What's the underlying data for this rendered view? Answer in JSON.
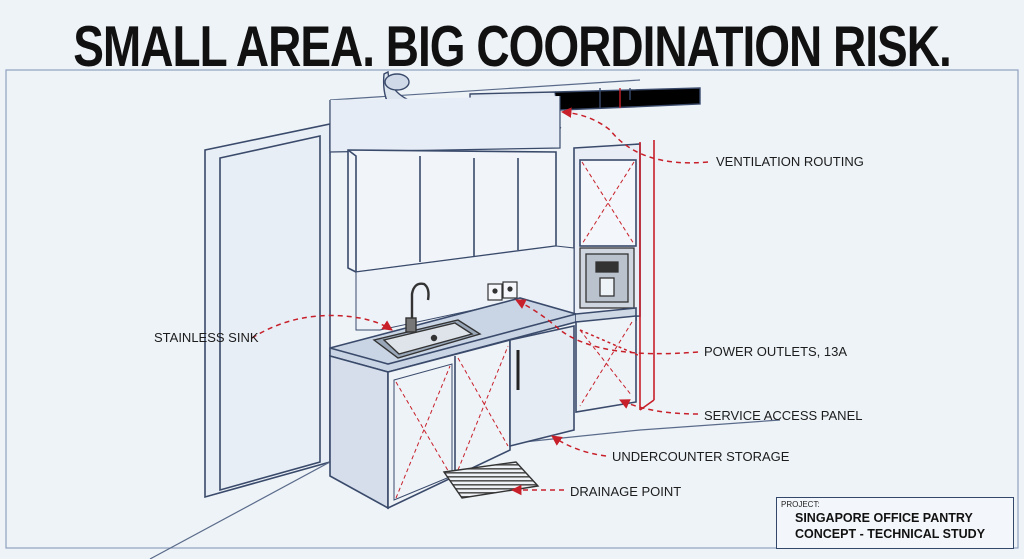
{
  "headline": "SMALL AREA. BIG COORDINATION RISK.",
  "callouts": {
    "ventilation": "VENTILATION ROUTING",
    "sink": "STAINLESS SINK",
    "power": "POWER OUTLETS, 13A",
    "service": "SERVICE ACCESS PANEL",
    "storage": "UNDERCOUNTER  STORAGE",
    "drainage": "DRAINAGE POINT"
  },
  "title_block": {
    "label": "PROJECT:",
    "line1": "SINGAPORE OFFICE PANTRY",
    "line2": "CONCEPT - TECHNICAL STUDY"
  },
  "colors": {
    "line": "#3a4a6b",
    "accent_red": "#c8202a",
    "fill_light": "#dfe7f2",
    "fill_mid": "#c9d4e4",
    "background": "#eef3f8"
  }
}
